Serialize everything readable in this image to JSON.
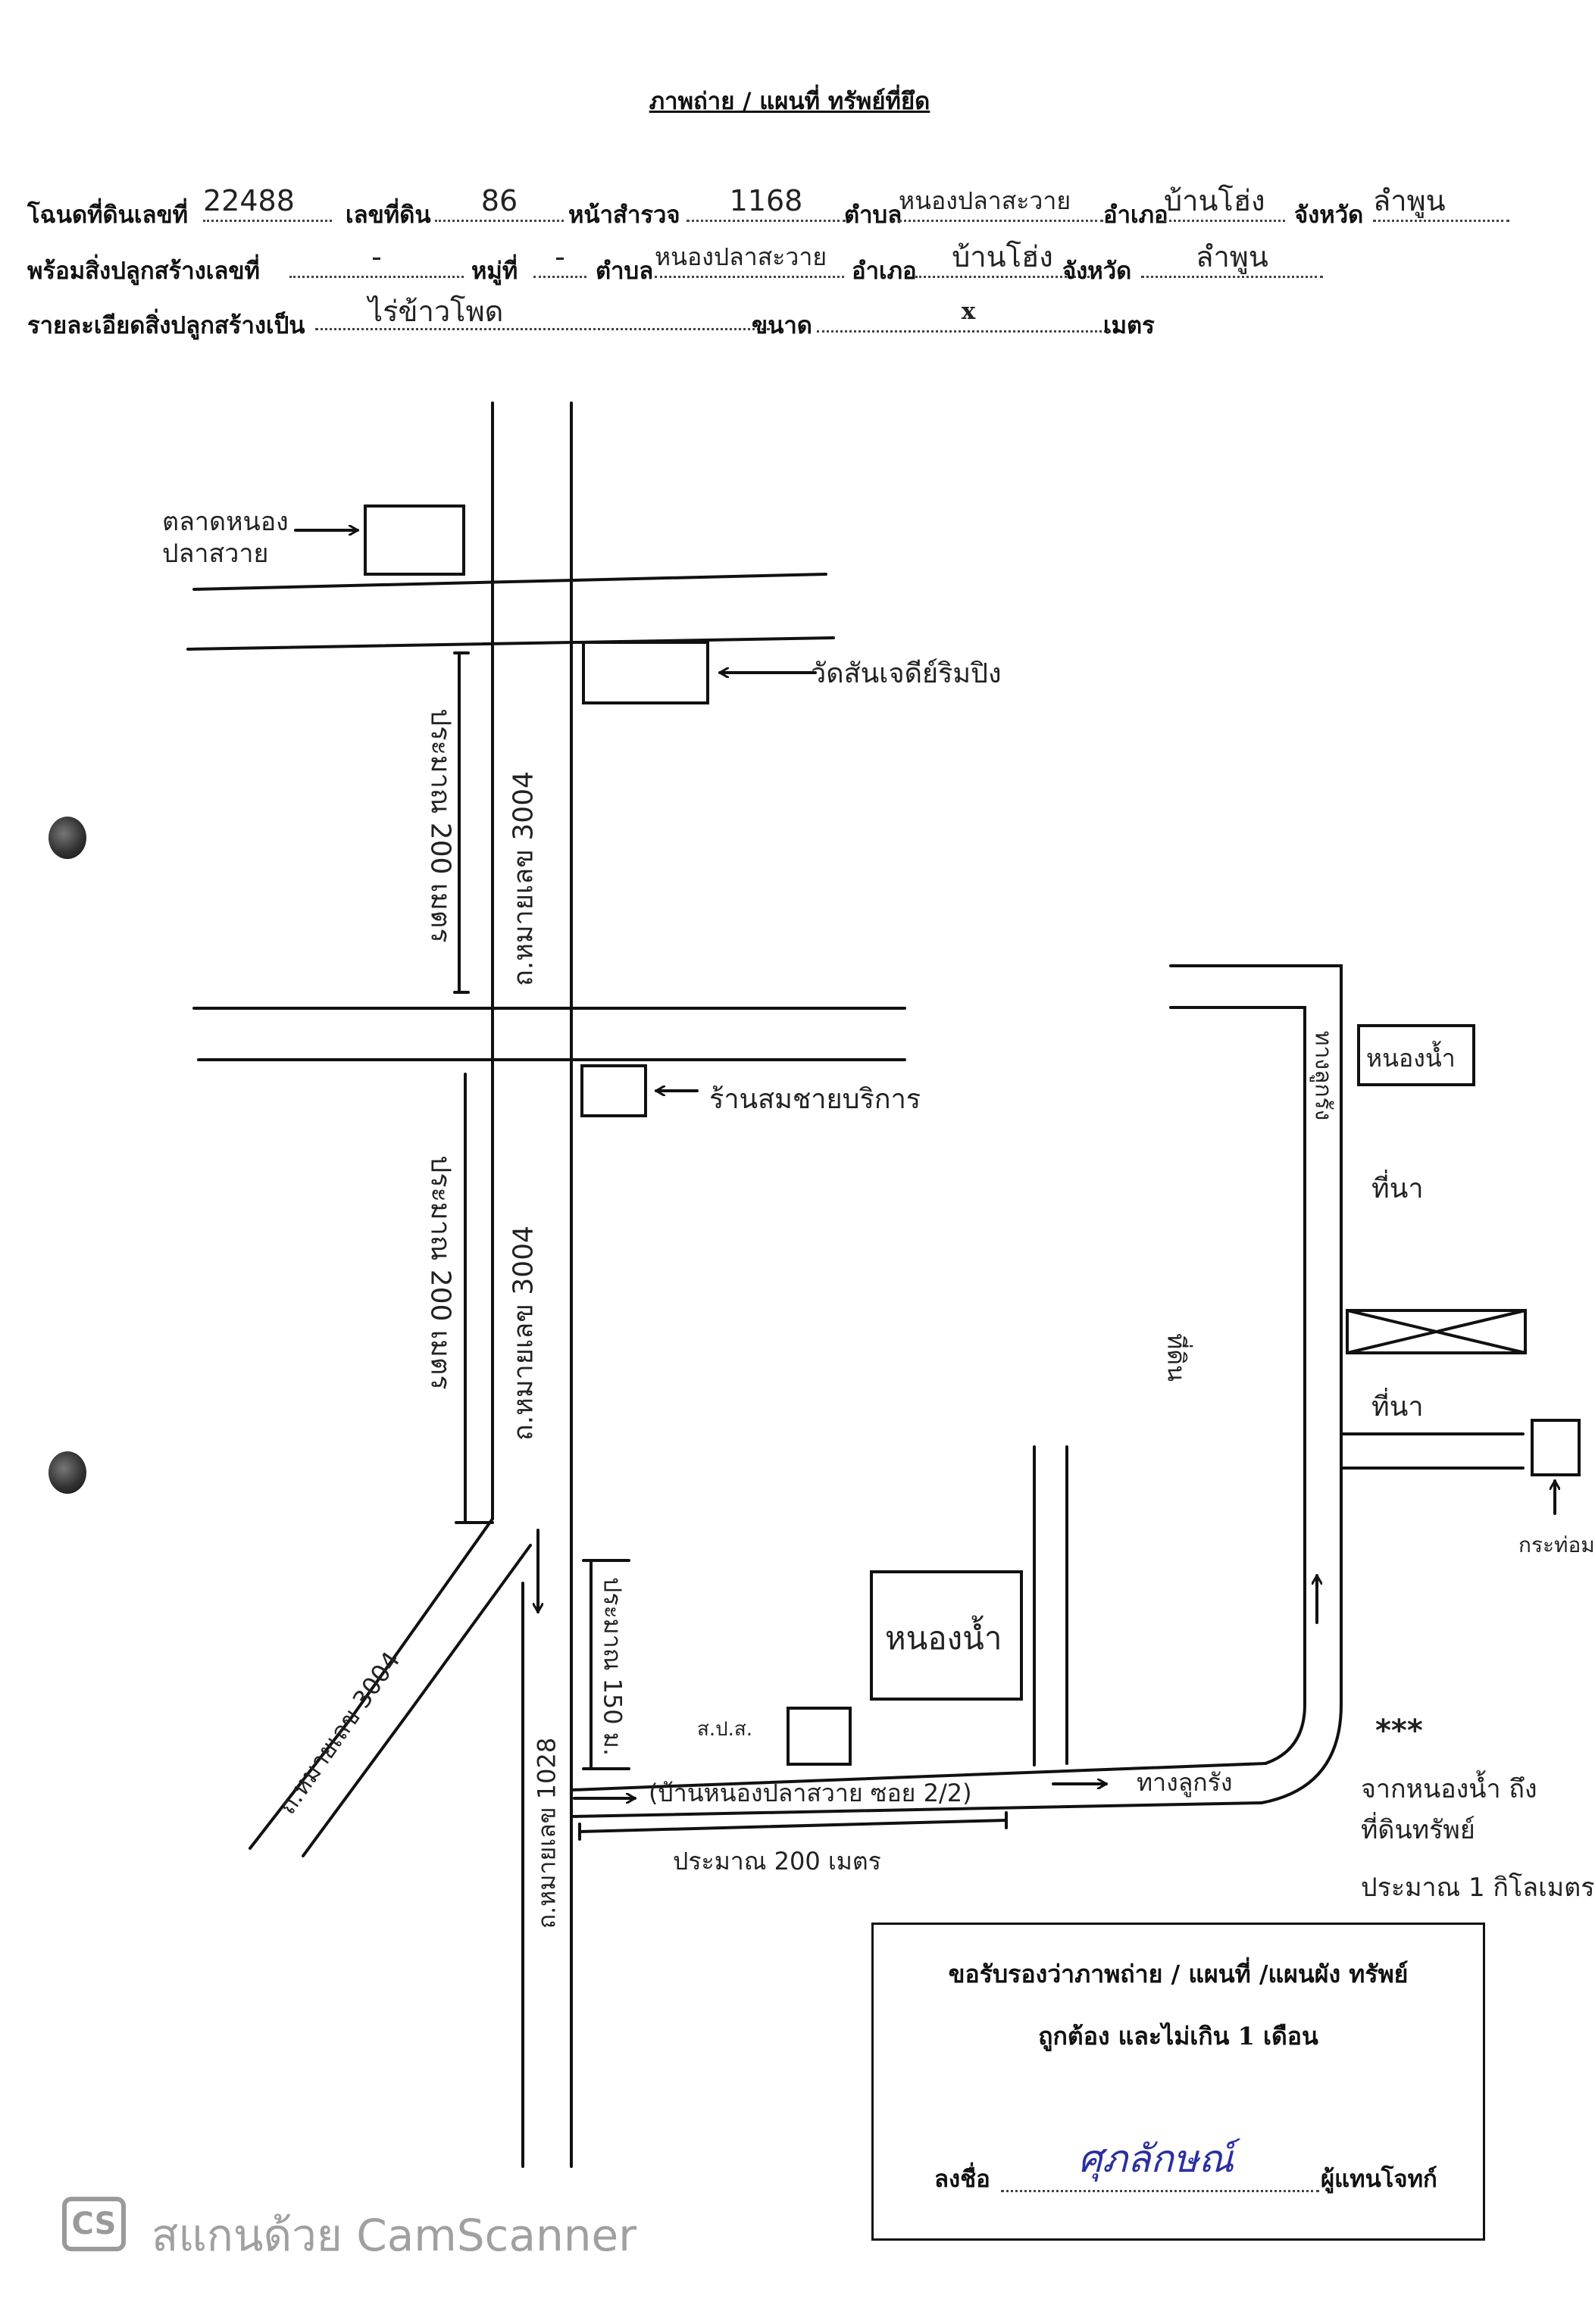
{
  "title": "ภาพถ่าย / แผนที่ ทรัพย์ที่ยึด",
  "header": {
    "row1": {
      "deed_label": "โฉนดที่ดินเลขที่",
      "deed_value": "22488",
      "land_no_label": "เลขที่ดิน",
      "land_no_value": "86",
      "survey_label": "หน้าสำรวจ",
      "survey_value": "1168",
      "subdistrict_label": "ตำบล",
      "subdistrict_value": "หนองปลาสะวาย",
      "district_label": "อำเภอ",
      "district_value": "บ้านโฮ่ง",
      "province_label": "จังหวัด",
      "province_value": "ลำพูน"
    },
    "row2": {
      "building_label": "พร้อมสิ่งปลูกสร้างเลขที่",
      "building_value": "-",
      "moo_label": "หมู่ที่",
      "moo_value": "-",
      "subdistrict_label": "ตำบล",
      "subdistrict_value": "หนองปลาสะวาย",
      "district_label": "อำเภอ",
      "district_value": "บ้านโฮ่ง",
      "province_label": "จังหวัด",
      "province_value": "ลำพูน"
    },
    "row3": {
      "detail_label": "รายละเอียดสิ่งปลูกสร้างเป็น",
      "detail_value": "ไร่ข้าวโพด",
      "size_label": "ขนาด",
      "size_x": "x",
      "unit_label": "เมตร"
    }
  },
  "map_labels": {
    "market": "ตลาดหนองปลาสวาย",
    "temple": "วัดสันเจดีย์ริมปิง",
    "road_200m_upper": "ประมาณ 200 เมตร",
    "highway_upper": "ถ.หมายเลข 3004",
    "shop": "ร้านสมชายบริการ",
    "road_200m_lower": "ประมาณ 200 เมตร",
    "highway_lower": "ถ.หมายเลข 3004",
    "highway_diag": "ถ.หมายเลข 3004",
    "dist_150m": "ประมาณ 150 ม.",
    "highway_1028": "ถ.หมายเลข 1028",
    "pond_center": "หนองน้ำ",
    "transformer": "ส.ป.ส.",
    "soi": "(บ้านหนองปลาสวาย ซอย 2/2)",
    "dirt_road_bottom": "ทางลูกรัง",
    "dist_200m_bottom": "ประมาณ 200 เมตร",
    "dirt_road_right_upper": "ทางลูกรัง",
    "pond_right": "หนองน้ำ",
    "field_1": "ที่นา",
    "field_2": "ที่นา",
    "property": "ที่ดิน",
    "hut": "กระท่อม",
    "note_stars": "***",
    "note_line1": "จากหนองน้ำ ถึง",
    "note_line2": "ที่ดินทรัพย์",
    "note_line3": "ประมาณ 1 กิโลเมตร"
  },
  "certification": {
    "line1": "ขอรับรองว่าภาพถ่าย / แผนที่ /แผนผัง ทรัพย์",
    "line2": "ถูกต้อง และไม่เกิน 1 เดือน",
    "sign_label": "ลงชื่อ",
    "signature": "ศุภลักษณ์",
    "role_label": "ผู้แทนโจทก์"
  },
  "footer": {
    "logo": "CS",
    "text": "สแกนด้วย CamScanner"
  }
}
